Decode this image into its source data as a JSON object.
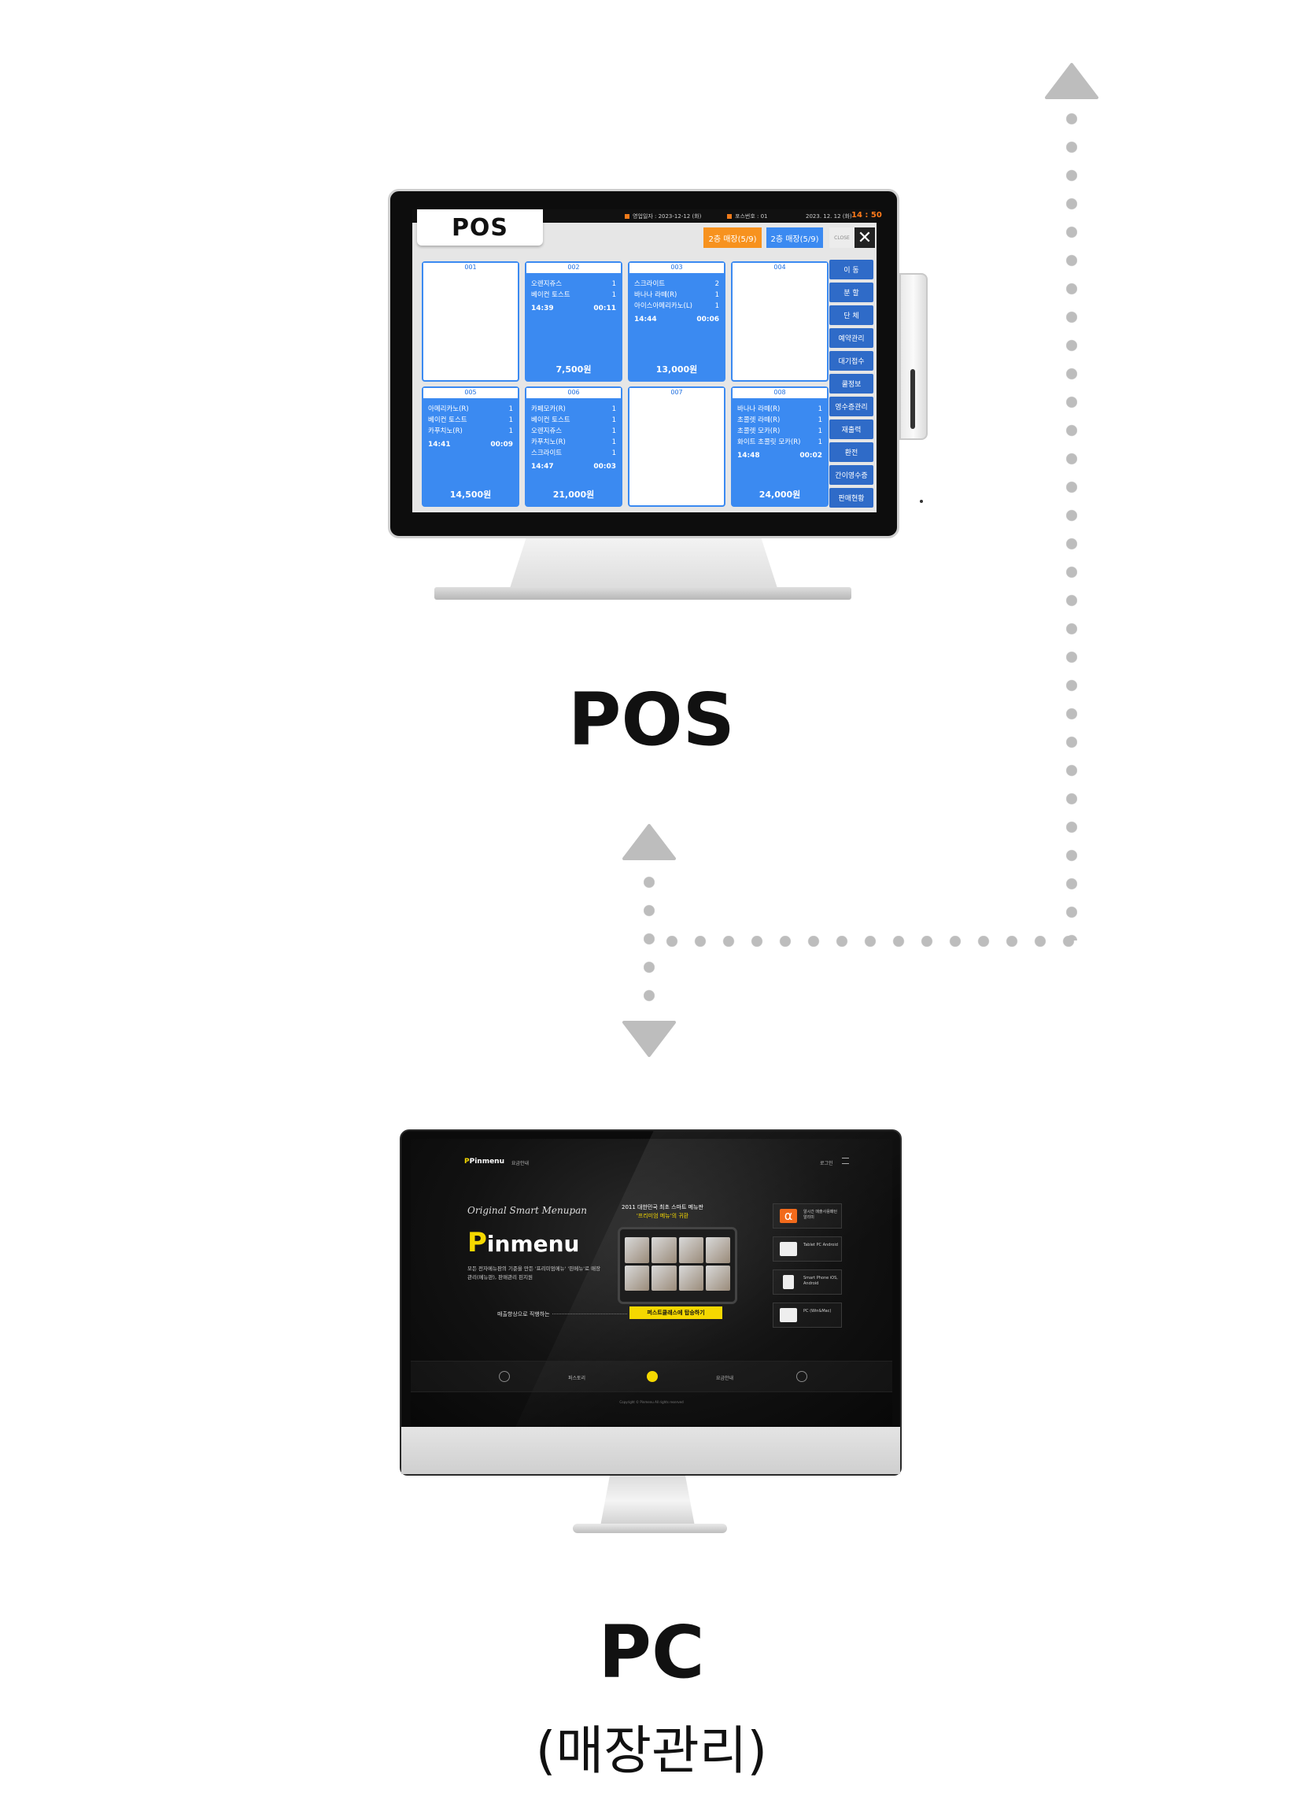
{
  "pos_screen": {
    "tab_label": "POS",
    "topbar": {
      "business_date": "영업일자 : 2023-12-12 (화)",
      "pos_number": "포스번호 : 01",
      "date": "2023. 12. 12 (화)",
      "time": "14 : 50"
    },
    "hall_buttons": [
      "2층 매장(5/9)",
      "2층 매장(5/9)"
    ],
    "close_label": "CLOSE",
    "tables": [
      {
        "no": "001",
        "items": [],
        "start": "",
        "elapsed": "",
        "amount": ""
      },
      {
        "no": "002",
        "items": [
          {
            "name": "오렌지쥬스",
            "qty": "1"
          },
          {
            "name": "베이컨 토스트",
            "qty": "1"
          }
        ],
        "start": "14:39",
        "elapsed": "00:11",
        "amount": "7,500원"
      },
      {
        "no": "003",
        "items": [
          {
            "name": "스크라이트",
            "qty": "2"
          },
          {
            "name": "바나나 라떼(R)",
            "qty": "1"
          },
          {
            "name": "아이스아메리카노(L)",
            "qty": "1"
          }
        ],
        "start": "14:44",
        "elapsed": "00:06",
        "amount": "13,000원"
      },
      {
        "no": "004",
        "items": [],
        "start": "",
        "elapsed": "",
        "amount": ""
      },
      {
        "no": "005",
        "items": [
          {
            "name": "아메리카노(R)",
            "qty": "1"
          },
          {
            "name": "베이컨 토스트",
            "qty": "1"
          },
          {
            "name": "카푸치노(R)",
            "qty": "1"
          }
        ],
        "start": "14:41",
        "elapsed": "00:09",
        "amount": "14,500원"
      },
      {
        "no": "006",
        "items": [
          {
            "name": "카페모카(R)",
            "qty": "1"
          },
          {
            "name": "베이컨 토스트",
            "qty": "1"
          },
          {
            "name": "오렌지쥬스",
            "qty": "1"
          },
          {
            "name": "카푸치노(R)",
            "qty": "1"
          },
          {
            "name": "스크라이트",
            "qty": "1"
          }
        ],
        "start": "14:47",
        "elapsed": "00:03",
        "amount": "21,000원"
      },
      {
        "no": "007",
        "items": [],
        "start": "",
        "elapsed": "",
        "amount": ""
      },
      {
        "no": "008",
        "items": [
          {
            "name": "바나나 라떼(R)",
            "qty": "1"
          },
          {
            "name": "초콜렛 라떼(R)",
            "qty": "1"
          },
          {
            "name": "초콜렛 모카(R)",
            "qty": "1"
          },
          {
            "name": "화이트 초콜릿 모카(R)",
            "qty": "1"
          }
        ],
        "start": "14:48",
        "elapsed": "00:02",
        "amount": "24,000원"
      }
    ],
    "side_buttons": [
      "이 동",
      "분 할",
      "단 체",
      "예약관리",
      "대기접수",
      "쿨정보",
      "영수증관리",
      "재출력",
      "환전",
      "간이영수증",
      "판매현황"
    ]
  },
  "labels": {
    "pos": "POS",
    "pc": "PC",
    "pc_sub": "(매장관리)"
  },
  "pc_screen": {
    "logo_small": "Pinmenu",
    "nav_small": "요금안내",
    "top_right": "로그인",
    "script": "Original Smart Menupan",
    "logo": "inmenu",
    "logo_p": "P",
    "desc": "모든 전자메뉴판의 기준을 만든 '프리미엄메뉴' '핀메뉴'로 매장관리(메뉴판), 판매관리 핀지원",
    "headline_1": "2011 대한민국 최초 스마트 메뉴판",
    "headline_2": "'프리미엄 메뉴'의 귀환",
    "cta_left": "매출향상으로 직행하는",
    "cta": "퍼스트클래스에 탑승하기",
    "cards": [
      "알시간 매출사용패턴 알리미",
      "Tablet PC Android",
      "Smart Phone iOS, Android",
      "PC (Win&Mac)"
    ],
    "footer": [
      "퍼스토리",
      "요금안내"
    ],
    "copyright": "Copyright © Pinmenu All rights reserved"
  },
  "colors": {
    "accent_blue": "#3b8af1",
    "accent_orange": "#f7921e",
    "connector_gray": "#bdbdbd",
    "brand_yellow": "#f5d800"
  }
}
